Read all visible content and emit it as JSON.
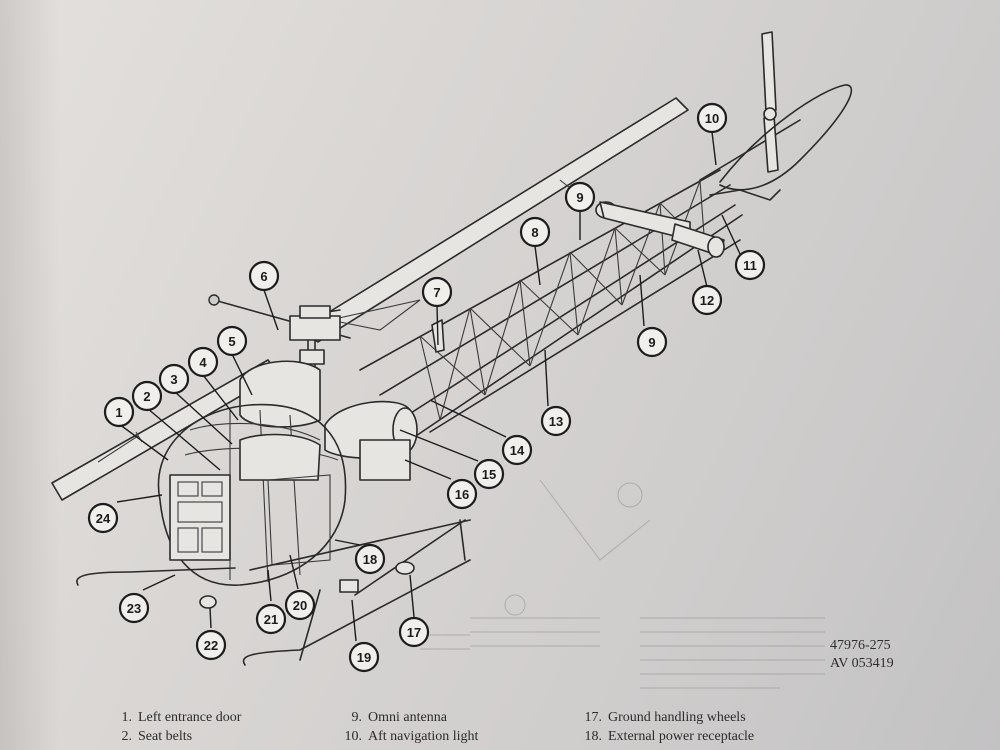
{
  "callouts": [
    "1",
    "2",
    "3",
    "4",
    "5",
    "6",
    "7",
    "8",
    "9",
    "10",
    "11",
    "12",
    "9",
    "13",
    "14",
    "15",
    "16",
    "17",
    "18",
    "19",
    "20",
    "21",
    "22",
    "23",
    "24"
  ],
  "part_number": {
    "line1": "47976-275",
    "line2": "AV 053419"
  },
  "legend": {
    "col1": [
      {
        "num": "1.",
        "label": "Left entrance door"
      },
      {
        "num": "2.",
        "label": "Seat belts"
      }
    ],
    "col2": [
      {
        "num": "9.",
        "label": "Omni antenna"
      },
      {
        "num": "10.",
        "label": "Aft navigation light"
      }
    ],
    "col3": [
      {
        "num": "17.",
        "label": "Ground handling wheels"
      },
      {
        "num": "18.",
        "label": "External power receptacle"
      }
    ]
  }
}
